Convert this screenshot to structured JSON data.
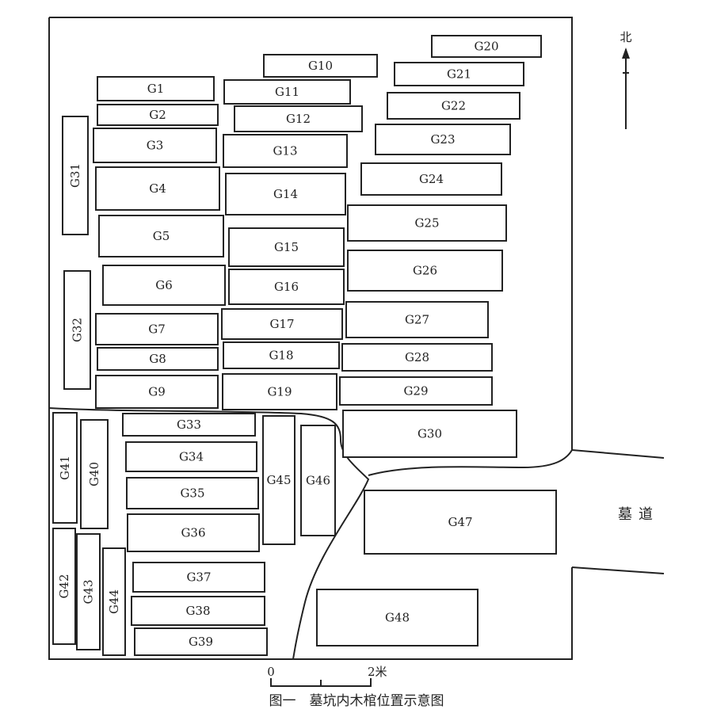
{
  "title": "图一　墓坑内木棺位置示意图",
  "north_label": "北",
  "passage_label": "墓道",
  "scale": {
    "start": "0",
    "end": "2米"
  },
  "coffins": [
    "G1",
    "G2",
    "G3",
    "G4",
    "G5",
    "G6",
    "G7",
    "G8",
    "G9",
    "G10",
    "G11",
    "G12",
    "G13",
    "G14",
    "G15",
    "G16",
    "G17",
    "G18",
    "G19",
    "G20",
    "G21",
    "G22",
    "G23",
    "G24",
    "G25",
    "G26",
    "G27",
    "G28",
    "G29",
    "G30",
    "G31",
    "G32",
    "G33",
    "G34",
    "G35",
    "G36",
    "G37",
    "G38",
    "G39",
    "G40",
    "G41",
    "G42",
    "G43",
    "G44",
    "G45",
    "G46",
    "G47",
    "G48"
  ]
}
